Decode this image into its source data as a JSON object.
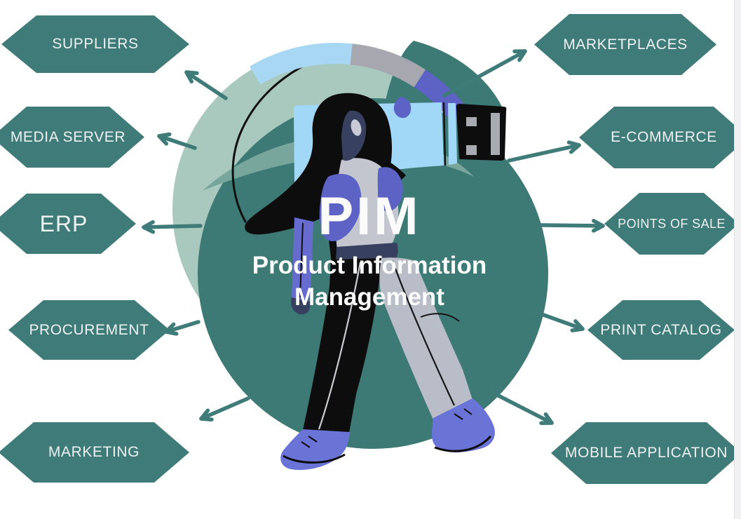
{
  "title": {
    "acronym": "PIM",
    "subtitle_line1": "Product Information",
    "subtitle_line2": "Management"
  },
  "nodes": {
    "left": [
      {
        "label": "SUPPLIERS"
      },
      {
        "label": "MEDIA SERVER"
      },
      {
        "label": "ERP"
      },
      {
        "label": "PROCUREMENT"
      },
      {
        "label": "MARKETING"
      }
    ],
    "right": [
      {
        "label": "MARKETPLACES"
      },
      {
        "label": "E-COMMERCE"
      },
      {
        "label": "POINTS OF SALE"
      },
      {
        "label": "PRINT CATALOG"
      },
      {
        "label": "MOBILE APPLICATION"
      }
    ]
  },
  "icons": {
    "center_illustration": "woman-carrying-usb-flash-drive",
    "connector": "usb-plug-icon"
  },
  "colors": {
    "node_fill": "#3F7B79",
    "node_text": "#EDF2F1",
    "arrow": "#3F7B79",
    "main_circle": "#3D7A75",
    "dome_circle": "#A9C9BE",
    "overlap_band": "#79A69C",
    "usb_body_blue": "#A2D8F7",
    "ring_gray": "#A6A7AF",
    "ring_purple": "#5C63C5",
    "figure_gray": "#C3C6CF",
    "shoe_purple": "#6A73D6",
    "background": "#FFFFFF",
    "title_text": "#FAFBFA"
  }
}
